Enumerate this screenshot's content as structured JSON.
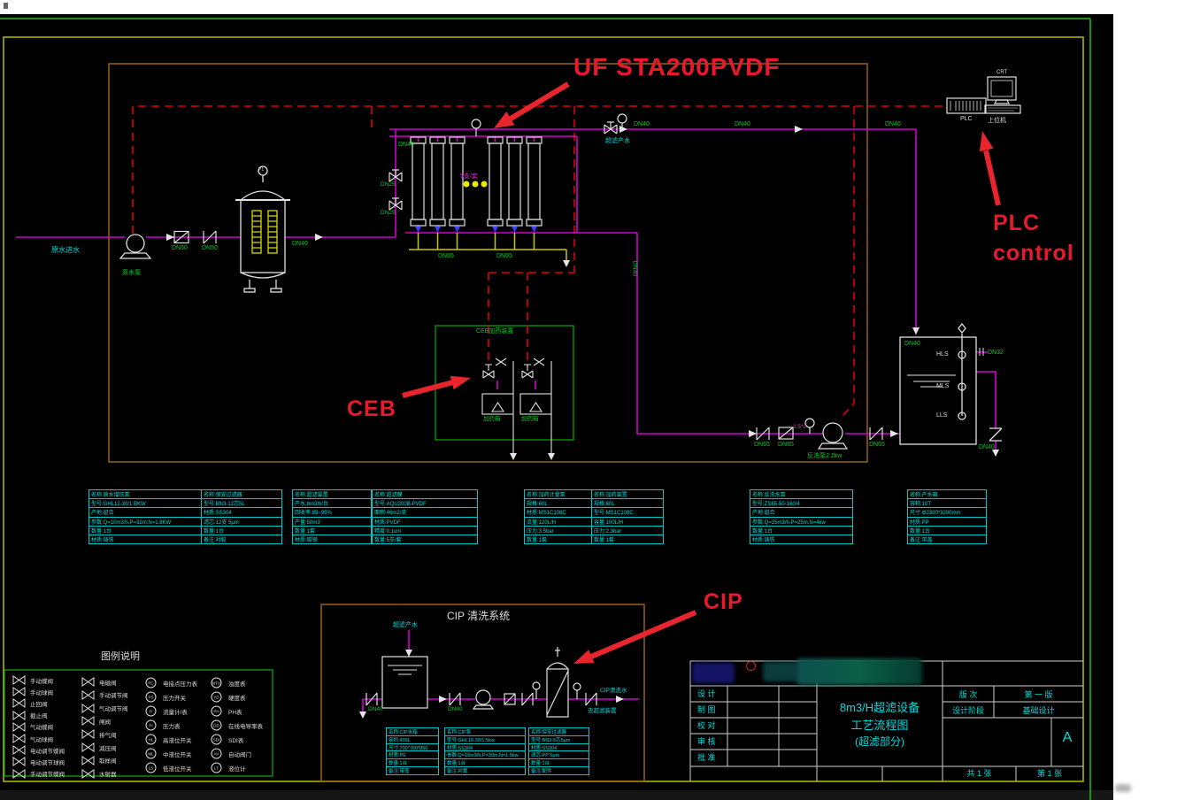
{
  "annotations": {
    "uf": "UF STA200PVDF",
    "plc1": "PLC",
    "plc2": "control",
    "ceb": "CEB",
    "cip": "CIP"
  },
  "station": {
    "crt": "CRT",
    "plc": "PLC",
    "host": "上位机"
  },
  "boxes": {
    "ceb_title": "CEB加药装置",
    "cip_title": "CIP 清洗系统",
    "legend_title": "图例说明"
  },
  "tank": {
    "hls": "HLS",
    "mls": "MLS",
    "lls": "LLS"
  },
  "gauges": {
    "p1": "P1"
  },
  "dn": {
    "g1": "DN50",
    "g2": "DN50",
    "g4": "DN40",
    "g5": "DN40",
    "g6": "DN65",
    "g7": "DN65",
    "g8": "DN40",
    "g9": "DN40",
    "g10": "DN40",
    "g11": "DN40",
    "g12": "DN32",
    "g13": "DN65",
    "g14": "DN65",
    "g15": "DN65",
    "g17": "DN40",
    "g18": "DN40",
    "g21": "DN40",
    "g22": "DN40",
    "g23": "DN25",
    "g24": "DN25"
  },
  "equip": {
    "pump": "原水泵",
    "bw_pump": "反洗泵2.2kw",
    "bw_size": "2.5*2",
    "modules": "5支/套",
    "ceb_tank1": "加药箱",
    "ceb_tank2": "加药箱"
  },
  "streams": {
    "inlet": "原水进水",
    "product": "超滤产水",
    "cip_feed": "超滤产水",
    "cip_out1": "CIP清洗水",
    "cip_out2": "去超滤装置"
  },
  "spec_tables": [
    {
      "rows": [
        "名称:原水增压泵",
        "型号:GHL12-30/1 BKW",
        "产地:组合",
        "参数:Q=10m3/h,P=32m,N=1.8KW",
        "数量:1台",
        "材质:铸铁"
      ]
    },
    {
      "rows": [
        "名称:保安过滤器",
        "型号:BN3-12芯5L",
        "材质:SS304",
        "滤芯:12支 5μm",
        "数量:1台",
        "备注:衬胶"
      ]
    },
    {
      "rows": [
        "名称:超滤装置",
        "产水:8m3/h/台",
        "回收率:85~95%",
        "产量:50m3",
        "数量:1套",
        "材质:碳钢"
      ]
    },
    {
      "rows": [
        "名称:超滤膜",
        "型号:AQU200B-PVDF",
        "面积:46m2/支",
        "材质:PVDF",
        "精度:0.1um",
        "数量:5支/套"
      ]
    },
    {
      "rows": [
        "名称:加药计量泵",
        "规格:60L",
        "材质:MS1C108C",
        "流量:120L/H",
        "压力:3.5bar",
        "数量:1套"
      ]
    },
    {
      "rows": [
        "名称:加药装置",
        "规格:60L",
        "型号:MS1C108C",
        "容量:100L/H",
        "压力:2.3bar",
        "数量:1套"
      ]
    },
    {
      "rows": [
        "名称:反洗水泵",
        "型号:ZS65-50-160/4",
        "产地:组合",
        "参数:Q=25m3/h,P=25m,N=4kw",
        "数量:1台",
        "材质:铸铁"
      ]
    },
    {
      "rows": [
        "名称:产水箱",
        "容积:10T",
        "尺寸:Φ2300*3200mm",
        "材质:PP",
        "数量:1台",
        "备注:带盖"
      ]
    }
  ],
  "cip_tables": [
    {
      "rows": [
        "名称:CIP水箱",
        "容积:400L",
        "尺寸:700*700*850",
        "材质:PE",
        "数量:1台",
        "备注:带盖"
      ]
    },
    {
      "rows": [
        "名称:CIP泵",
        "型号:GHL16-30/1.5kw",
        "材质:SS304",
        "参数:Q=16m3/h,P=30m,N=1.5kw",
        "数量:1台",
        "备注:衬氟"
      ]
    },
    {
      "rows": [
        "名称:保安过滤器",
        "型号:BN3-5芯5μm",
        "材质:SS304",
        "滤芯:PP 5μm",
        "数量:1台",
        "备注:配件"
      ]
    }
  ],
  "legend": {
    "title": "图例说明",
    "columns": [
      {
        "items": [
          {
            "label": "手动蝶阀"
          },
          {
            "label": "手动球阀"
          },
          {
            "label": "止回阀"
          },
          {
            "label": "截止阀"
          },
          {
            "label": "气动蝶阀"
          },
          {
            "label": "气动球阀"
          },
          {
            "label": "电动调节蝶阀"
          },
          {
            "label": "电动调节球阀"
          },
          {
            "label": "手动调节蝶阀"
          }
        ]
      },
      {
        "items": [
          {
            "label": "电磁阀"
          },
          {
            "label": "手动调节阀"
          },
          {
            "label": "气动调节阀"
          },
          {
            "label": "闸阀"
          },
          {
            "label": "排气阀"
          },
          {
            "label": "减压阀"
          },
          {
            "label": "取样阀"
          },
          {
            "label": "水射器"
          }
        ]
      },
      {
        "items": [
          {
            "code": "PC",
            "label": "电接点压力表"
          },
          {
            "code": "PS",
            "label": "压力开关"
          },
          {
            "code": "FI",
            "label": "流量计/表"
          },
          {
            "code": "PI",
            "label": "压力表"
          },
          {
            "code": "HL",
            "label": "高液位开关"
          },
          {
            "code": "ML",
            "label": "中液位开关"
          },
          {
            "code": "LS",
            "label": "低液位开关"
          }
        ]
      },
      {
        "items": [
          {
            "code": "NTU",
            "label": "浊度表"
          },
          {
            "code": "YD",
            "label": "硬度表"
          },
          {
            "code": "PH",
            "label": "PH表"
          },
          {
            "code": "DD",
            "label": "在线电导率表"
          },
          {
            "code": "SDI",
            "label": "SDI表"
          },
          {
            "code": "AV",
            "label": "自动阀门"
          },
          {
            "code": "LT",
            "label": "液位计"
          }
        ]
      }
    ]
  },
  "titleblock": {
    "rows": [
      "设 计",
      "制 图",
      "校 对",
      "审 核",
      "批 准"
    ],
    "title1": "8m3/H超滤设备",
    "title2": "工艺流程图",
    "title3": "(超滤部分)",
    "rev_label": "版  次",
    "rev_value": "第 一 版",
    "stage_label": "设计阶段",
    "stage_value": "基础设计",
    "size": "A",
    "total": "共 1 张",
    "sheet": "第 1 张"
  },
  "colors": {
    "pipe_magenta": "#cf00cf",
    "signal_red": "#e00000",
    "annotation_red": "#e8192c",
    "label_green": "#00cc22",
    "label_cyan": "#00dcdc",
    "drain_yellow": "#c8c800",
    "border_green": "#149414",
    "border_yellow": "#b0b000",
    "box_brown": "#a06a14"
  }
}
